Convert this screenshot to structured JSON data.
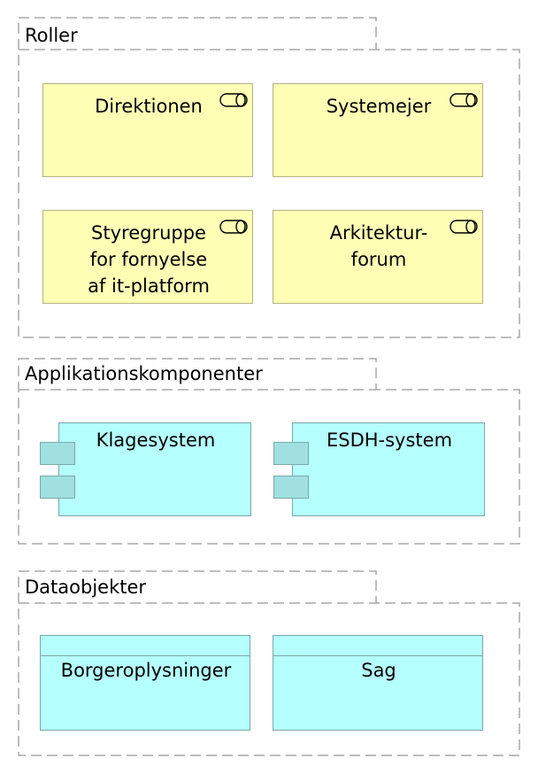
{
  "groups": {
    "roles": {
      "label": "Roller",
      "items": [
        {
          "label": "Direktionen"
        },
        {
          "label": "Systemejer"
        },
        {
          "label": "Styregruppe\nfor fornyelse\naf it-platform"
        },
        {
          "label": "Arkitektur-\nforum"
        }
      ]
    },
    "app_components": {
      "label": "Applikationskomponenter",
      "items": [
        {
          "label": "Klagesystem"
        },
        {
          "label": "ESDH-system"
        }
      ]
    },
    "data_objects": {
      "label": "Dataobjekter",
      "items": [
        {
          "label": "Borgeroplysninger"
        },
        {
          "label": "Sag"
        }
      ]
    }
  },
  "colors": {
    "role_fill": "#ffffb5",
    "application_fill": "#b5ffff",
    "data_fill": "#b5ffff",
    "frame_stroke": "#a8a8a8"
  },
  "icons": {
    "role": "role-cylinder-icon",
    "component": "component-icon"
  }
}
